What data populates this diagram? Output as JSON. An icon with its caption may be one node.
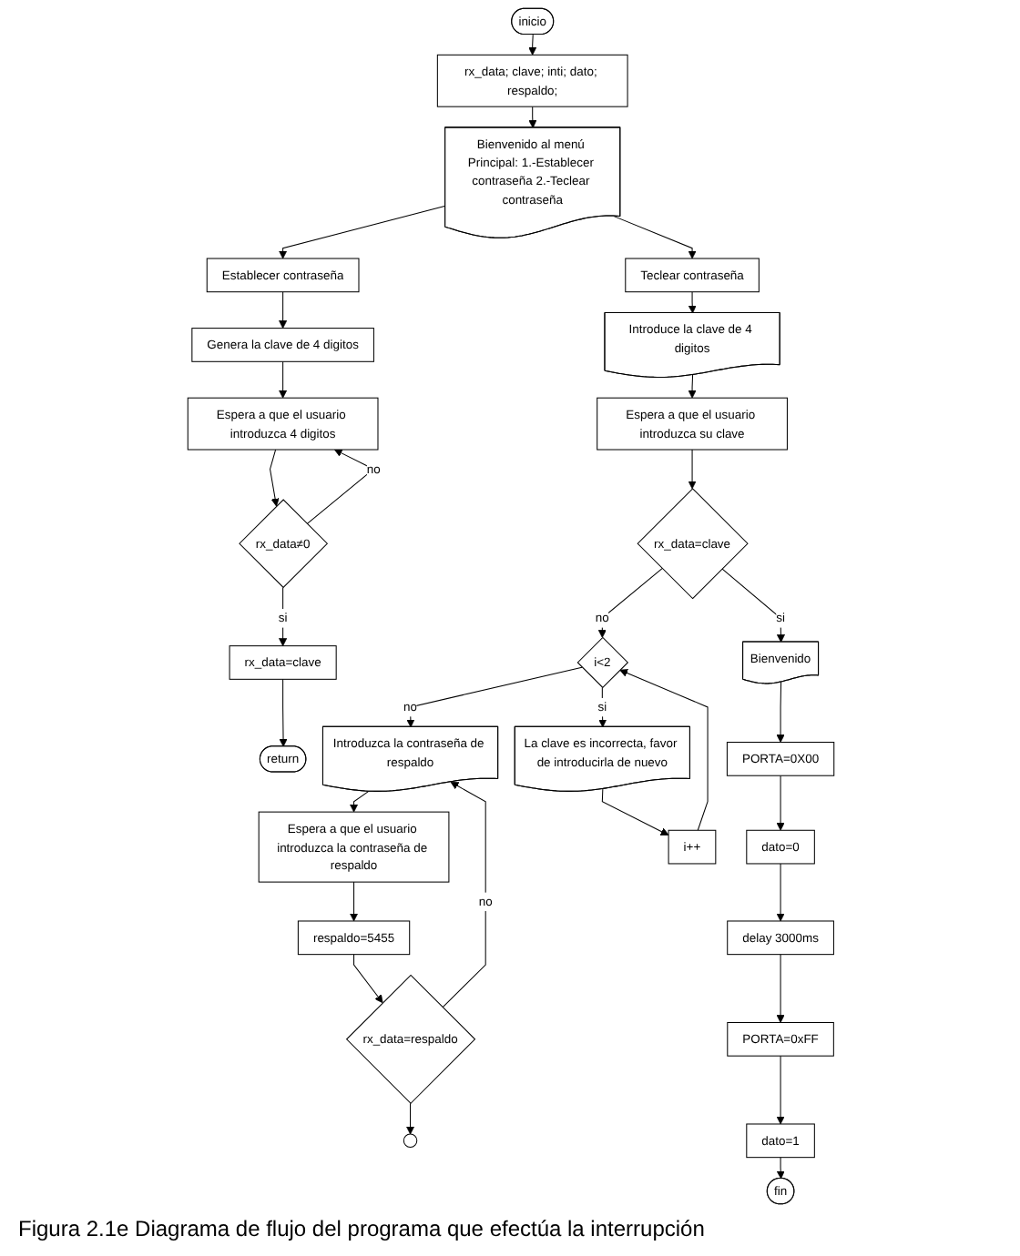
{
  "diagram": {
    "caption": "Figura 2.1e Diagrama de flujo del programa que efectúa la interrupción",
    "nodes": [
      {
        "text": [
          "inicio"
        ]
      },
      {
        "text": [
          "rx_data; clave; inti; dato; respaldo;"
        ]
      },
      {
        "text": [
          "Bienvenido al menú Principal: 1.-Establecer contraseña 2.-Teclear contraseña"
        ]
      },
      {
        "text": [
          "Establecer contraseña"
        ]
      },
      {
        "text": [
          "Genera la clave de 4 digitos"
        ]
      },
      {
        "text": [
          "Espera a que el usuario introduzca 4 digitos"
        ]
      },
      {
        "text": [
          "rx_data≠0"
        ]
      },
      {
        "text": [
          "rx_data=clave"
        ]
      },
      {
        "text": [
          "return"
        ]
      },
      {
        "text": [
          "Teclear contraseña"
        ]
      },
      {
        "text": [
          "Introduce la clave de 4 digitos"
        ]
      },
      {
        "text": [
          "Espera a que el usuario introduzca su clave"
        ]
      },
      {
        "text": [
          "rx_data=clave"
        ]
      },
      {
        "text": [
          "i<2"
        ]
      },
      {
        "text": [
          "La clave es incorrecta, favor de introducirla de nuevo"
        ]
      },
      {
        "text": [
          "i++"
        ]
      },
      {
        "text": [
          "Introduzca la contraseña de respaldo"
        ]
      },
      {
        "text": [
          "Espera a que el usuario introduzca la contraseña de respaldo"
        ]
      },
      {
        "text": [
          "respaldo=5455"
        ]
      },
      {
        "text": [
          "rx_data=respaldo"
        ]
      },
      {
        "text": [
          "Bienvenido"
        ]
      },
      {
        "text": [
          "PORTA=0X00"
        ]
      },
      {
        "text": [
          "dato=0"
        ]
      },
      {
        "text": [
          "delay 3000ms"
        ]
      },
      {
        "text": [
          "PORTA=0xFF"
        ]
      },
      {
        "text": [
          "dato=1"
        ]
      },
      {
        "text": [
          "fin"
        ]
      },
      {
        "text": [],
        "shape": "circle"
      }
    ],
    "edges": [
      {
        "from": 0,
        "to": 1,
        "arrow": "to"
      },
      {
        "from": 1,
        "to": 2,
        "arrow": "to"
      },
      {
        "from": 2,
        "to": 3,
        "arrow": "to"
      },
      {
        "from": 2,
        "to": 9,
        "arrow": "to"
      },
      {
        "from": 3,
        "to": 4,
        "arrow": "to"
      },
      {
        "from": 4,
        "to": 5,
        "arrow": "to"
      },
      {
        "from": 5,
        "to": 6,
        "arrow": "to"
      },
      {
        "from": 6,
        "to": 5,
        "label": "no",
        "arrow": "to"
      },
      {
        "from": 6,
        "to": 7,
        "label": "si",
        "arrow": "to"
      },
      {
        "from": 7,
        "to": 8,
        "arrow": "to"
      },
      {
        "from": 9,
        "to": 10,
        "arrow": "to"
      },
      {
        "from": 10,
        "to": 11,
        "arrow": "to"
      },
      {
        "from": 11,
        "to": 12,
        "arrow": "to"
      },
      {
        "from": 12,
        "to": 13,
        "label": "no",
        "arrow": "to"
      },
      {
        "from": 12,
        "to": 20,
        "label": "si",
        "arrow": "to"
      },
      {
        "from": 13,
        "to": 16,
        "label": "no",
        "arrow": "to"
      },
      {
        "from": 13,
        "to": 14,
        "label": "si",
        "arrow": "to"
      },
      {
        "from": 14,
        "to": 15,
        "arrow": "to"
      },
      {
        "from": 15,
        "to": 13,
        "arrow": "to"
      },
      {
        "from": 16,
        "to": 17,
        "arrow": "to"
      },
      {
        "from": 17,
        "to": 18,
        "arrow": "to"
      },
      {
        "from": 18,
        "to": 19,
        "arrow": "to"
      },
      {
        "from": 19,
        "to": 16,
        "label": "no",
        "arrow": "to"
      },
      {
        "from": 19,
        "to": 27,
        "arrow": "to"
      },
      {
        "from": 20,
        "to": 21,
        "arrow": "to"
      },
      {
        "from": 21,
        "to": 22,
        "arrow": "to"
      },
      {
        "from": 22,
        "to": 23,
        "arrow": "to"
      },
      {
        "from": 23,
        "to": 24,
        "arrow": "to"
      },
      {
        "from": 24,
        "to": 25,
        "arrow": "to"
      },
      {
        "from": 25,
        "to": 26,
        "arrow": "to"
      }
    ]
  }
}
